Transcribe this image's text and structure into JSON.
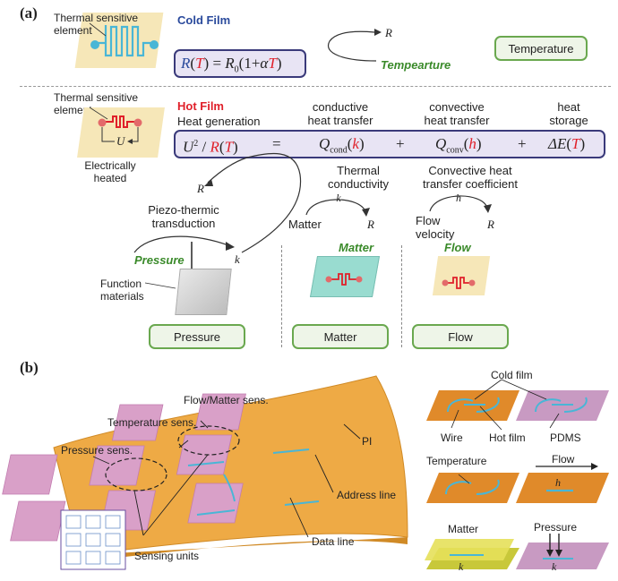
{
  "panel_a": {
    "label": "(a)",
    "cold": {
      "title": "Cold Film",
      "element_label_1": "Thermal sensitive",
      "element_label_2": "element",
      "equation": "R(T) = R0(1+αT)",
      "eq_R": "R",
      "eq_T": "T",
      "eq_R0": "R",
      "eq_R0_sub": "0",
      "eq_alpha": "α",
      "arrow_var": "R",
      "arrow_label": "Tempearture",
      "box": "Temperature"
    },
    "hot": {
      "title": "Hot Film",
      "element_label_1": "Thermal sensitive",
      "element_label_2": "element",
      "heat_generation": "Heat generation",
      "conductive_1": "conductive",
      "conductive_2": "heat transfer",
      "convective_1": "convective",
      "convective_2": "heat transfer",
      "storage_1": "heat",
      "storage_2": "storage",
      "u_label": "U",
      "heated_1": "Electrically",
      "heated_2": "heated",
      "eq": {
        "U": "U",
        "sq": "2",
        "R": "R",
        "T": "T",
        "equals": "=",
        "Q": "Q",
        "cond": "cond",
        "k": "k",
        "plus": "+",
        "conv": "conv",
        "h": "h",
        "dE": "ΔE"
      }
    },
    "pressure": {
      "R": "R",
      "piezo_1": "Piezo-thermic",
      "piezo_2": "transduction",
      "k": "k",
      "label": "Pressure",
      "function_1": "Function",
      "function_2": "materials",
      "box": "Pressure"
    },
    "matter": {
      "thermal_1": "Thermal",
      "thermal_2": "conductivity",
      "k": "k",
      "from": "Matter",
      "R": "R",
      "label": "Matter",
      "box": "Matter"
    },
    "flow": {
      "coef_1": "Convective heat",
      "coef_2": "transfer coefficient",
      "h": "h",
      "from_1": "Flow",
      "from_2": "velocity",
      "R": "R",
      "label": "Flow",
      "box": "Flow"
    }
  },
  "panel_b": {
    "label": "(b)",
    "flow_matter": "Flow/Matter sens.",
    "temperature": "Temperature sens.",
    "pressure": "Pressure sens.",
    "pi": "PI",
    "address": "Address line",
    "data": "Data line",
    "sensing": "Sensing units",
    "cold_film": "Cold film",
    "wire": "Wire",
    "hot_film": "Hot film",
    "pdms": "PDMS",
    "temp_mode": "Temperature",
    "flow_mode": "Flow",
    "flow_h": "h",
    "matter_mode": "Matter",
    "matter_k": "k",
    "pressure_mode": "Pressure",
    "pressure_k": "k"
  },
  "colors": {
    "green": "#6aa84f",
    "blue": "#2a4a9c",
    "red": "#e0202a",
    "orange": "#e8962c",
    "pink": "#d9a0c8",
    "cyan": "#49b6d6"
  }
}
